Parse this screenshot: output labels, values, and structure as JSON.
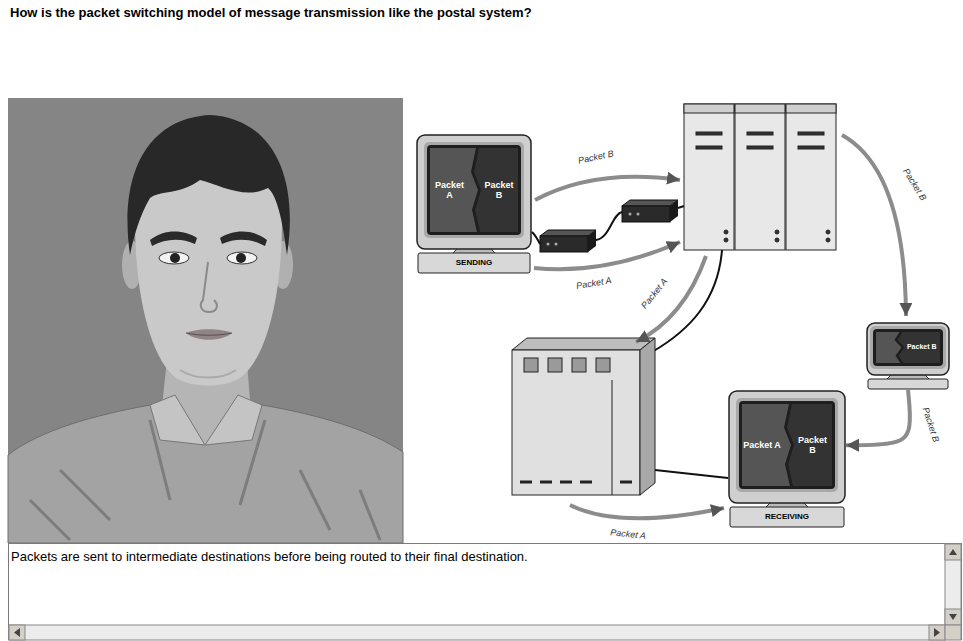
{
  "diagram": {
    "title": "How is the packet switching model of message transmission like the postal system?",
    "caption": "Packets are sent to intermediate destinations before being routed to their final destination.",
    "nodes": [
      {
        "text": [
          "Packet A",
          "Packet B",
          "SENDING"
        ]
      },
      {
        "text": [
          "Packet B"
        ]
      },
      {
        "text": [
          "Packet A",
          "Packet B",
          "RECEIVING"
        ]
      }
    ],
    "edges": [
      {
        "from": 1,
        "to": 2,
        "label": "Packet B",
        "arrow": "to"
      }
    ],
    "labels": [
      "Packet B",
      "Packet B",
      "Packet A",
      "Packet A",
      "Packet A"
    ]
  }
}
